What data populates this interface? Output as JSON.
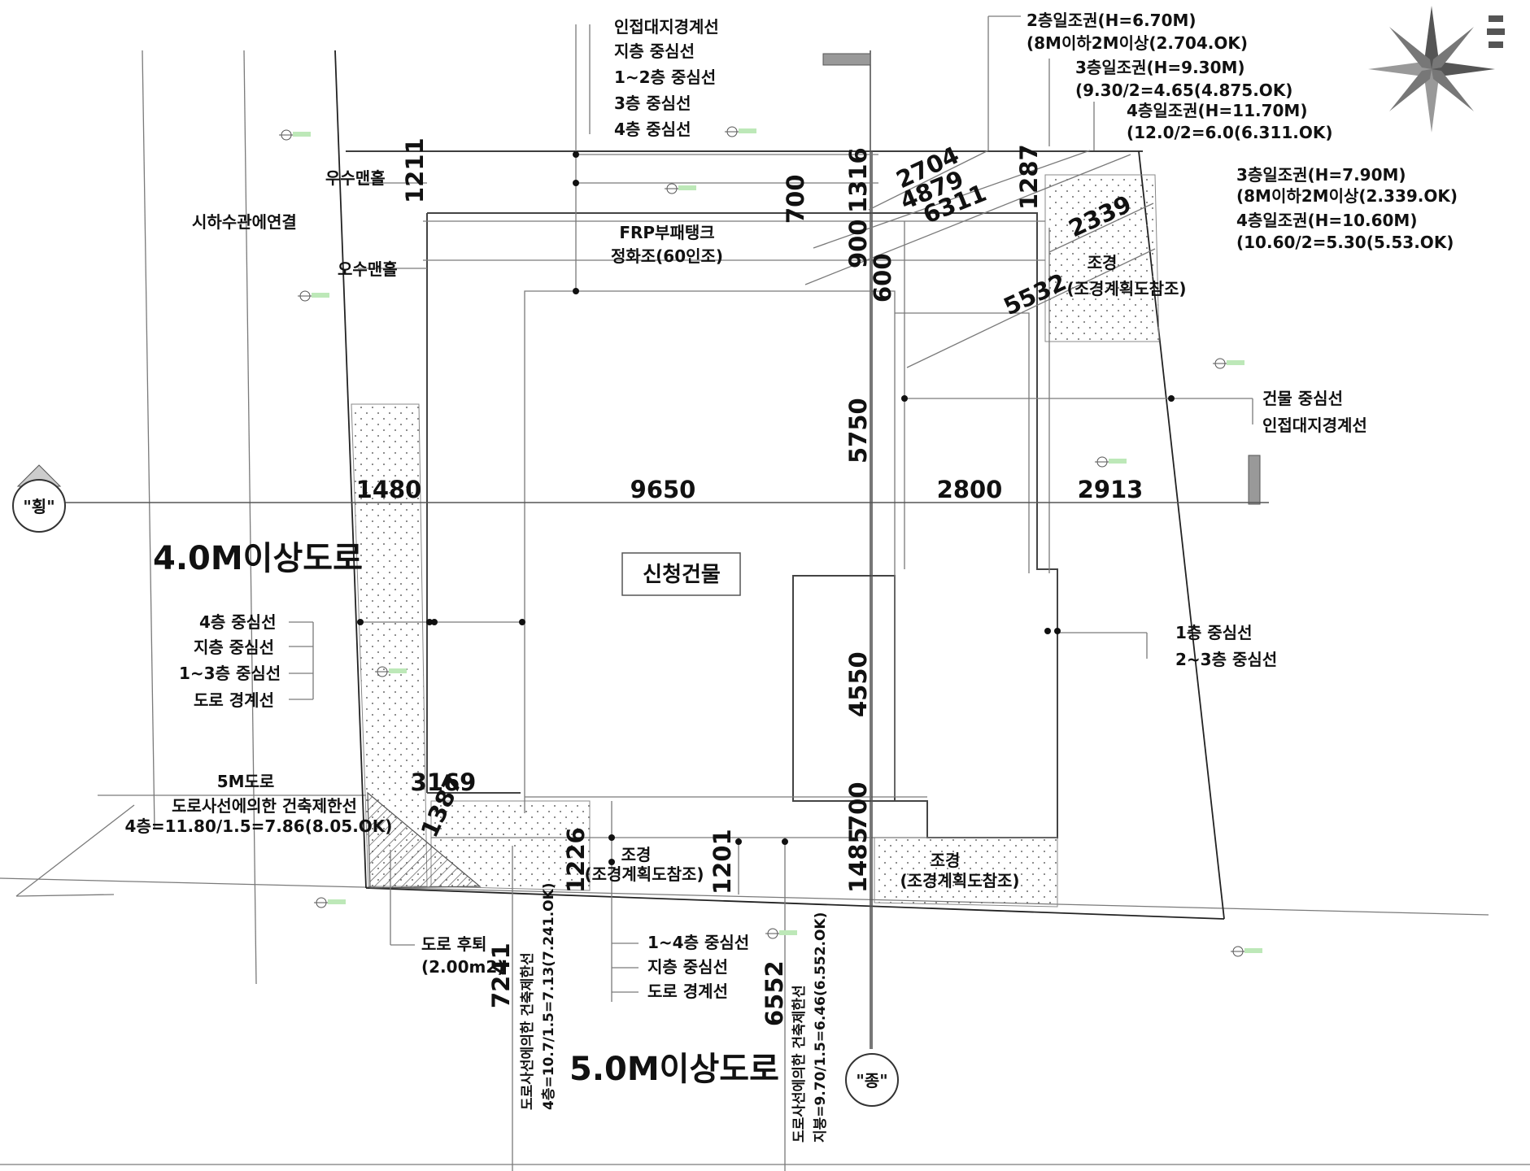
{
  "labels": {
    "adjacent_boundary_top": "인접대지경계선",
    "basement_center_top": "지층 중심선",
    "floor12_center_top": "1~2층 중심선",
    "floor3_center_top": "3층 중심선",
    "floor4_center_top": "4층 중심선",
    "rain_manhole": "우수맨홀",
    "sewer_connection": "시하수관에연결",
    "sewage_manhole": "오수맨홀",
    "frp_tank_1": "FRP부패탱크",
    "frp_tank_2": "정화조(60인조)",
    "building_center": "건물 중심선",
    "adjacent_boundary_right": "인접대지경계선",
    "landscape_top": "조경",
    "landscape_top_ref": "(조경계획도참조)",
    "applicant_building": "신청건물",
    "road_west": "4.0M이상도로",
    "road_south": "5.0M이상도로",
    "floor4_center_left": "4층 중심선",
    "basement_center_left": "지층 중심선",
    "floor13_center_left": "1~3층 중심선",
    "road_boundary_left": "도로 경계선",
    "floor1_center_right": "1층 중심선",
    "floor23_center_right": "2~3층 중심선",
    "road_5m": "5M도로",
    "road_restriction": "도로사선에의한 건축제한선",
    "road_restriction_calc": "4층=11.80/1.5=7.86(8.05.OK)",
    "landscape_bottom_left": "조경",
    "landscape_bottom_left_ref": "(조경계획도참조)",
    "landscape_bottom_right": "조경",
    "landscape_bottom_right_ref": "(조경계획도참조)",
    "road_setback": "도로 후퇴",
    "road_setback_area": "(2.00m2)",
    "floor14_center_bottom": "1~4층 중심선",
    "basement_center_bottom": "지층 중심선",
    "road_boundary_bottom": "도로 경계선",
    "vert_restriction_1a": "도로사선에의한 건축제한선",
    "vert_restriction_1b": "4층=10.7/1.5=7.13(7.241.OK)",
    "vert_restriction_2a": "도로사선에의한 건축제한선",
    "vert_restriction_2b": "지붕=9.70/1.5=6.46(6.552.OK)",
    "axis_horizontal": "\"횡\"",
    "axis_vertical": "\"종\""
  },
  "sunlight": {
    "floor2_title": "2층일조권(H=6.70M)",
    "floor2_calc": "(8M이하2M이상(2.704.OK)",
    "floor3a_title": "3층일조권(H=9.30M)",
    "floor3a_calc": "(9.30/2=4.65(4.875.OK)",
    "floor4a_title": "4층일조권(H=11.70M)",
    "floor4a_calc": "(12.0/2=6.0(6.311.OK)",
    "floor3b_title": "3층일조권(H=7.90M)",
    "floor3b_calc": "(8M이하2M이상(2.339.OK)",
    "floor4b_title": "4층일조권(H=10.60M)",
    "floor4b_calc": "(10.60/2=5.30(5.53.OK)"
  },
  "dimensions": {
    "d1211": "1211",
    "d700_top": "700",
    "d1316": "1316",
    "d900": "900",
    "d600": "600",
    "d2704": "2704",
    "d4879": "4879",
    "d6311": "6311",
    "d1287": "1287",
    "d2339": "2339",
    "d5532": "5532",
    "d5750": "5750",
    "d1480": "1480",
    "d9650": "9650",
    "d2800": "2800",
    "d2913": "2913",
    "d4550": "4550",
    "d3169": "3169",
    "d1387": "1387",
    "d700_bottom": "700",
    "d1485": "1485",
    "d1226": "1226",
    "d1201": "1201",
    "d7241": "7241",
    "d6552": "6552"
  }
}
